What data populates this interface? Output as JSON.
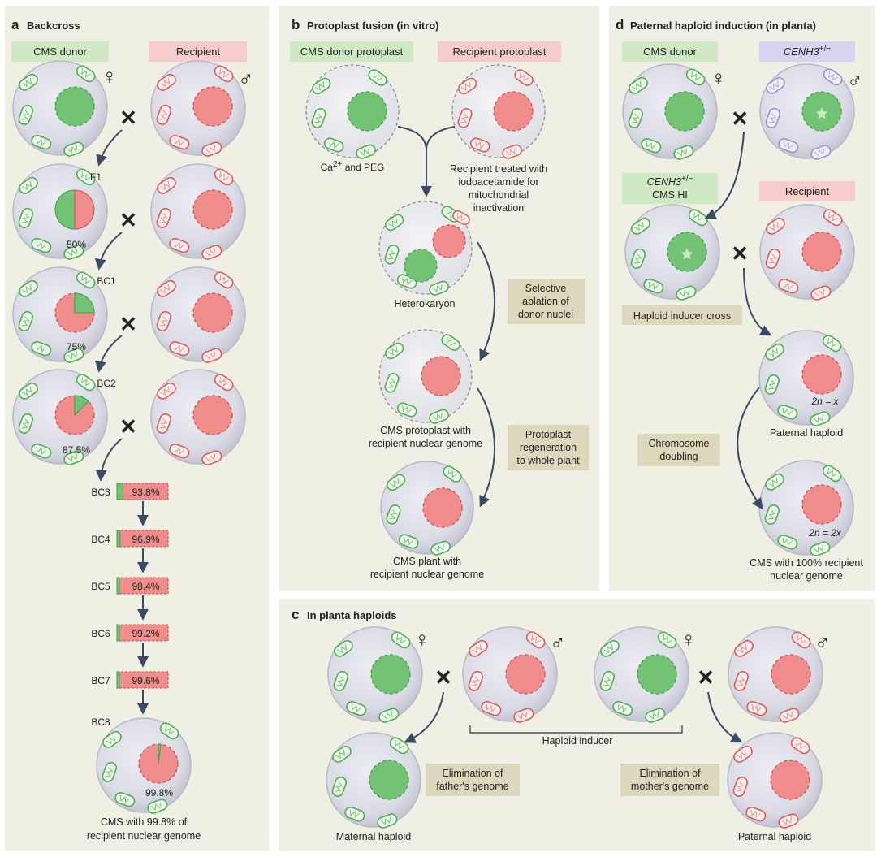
{
  "colors": {
    "panel_bg": "#efefe3",
    "donor_green": "#72c474",
    "recipient_red": "#ef8c8c",
    "green_label_bg": "#cfe9c4",
    "red_label_bg": "#f7cccc",
    "purple_label_bg": "#d8d4ef",
    "note_bg": "#ddd7bb",
    "cell_gray": "#dcdde6",
    "arrow": "#3b4a66"
  },
  "panel_a": {
    "letter": "a",
    "title": "Backcross",
    "donor_label": "CMS donor",
    "recipient_label": "Recipient",
    "female_symbol": "♀",
    "male_symbol": "♂",
    "cross_symbol": "✕",
    "gen_f1": "F1",
    "gen_bc1": "BC1",
    "gen_bc2": "BC2",
    "pct_f1": "50%",
    "pct_bc1": "75%",
    "pct_bc2": "87.5%",
    "bars": [
      {
        "gen": "BC3",
        "pct": "93.8%"
      },
      {
        "gen": "BC4",
        "pct": "96.9%"
      },
      {
        "gen": "BC5",
        "pct": "98.4%"
      },
      {
        "gen": "BC6",
        "pct": "99.2%"
      },
      {
        "gen": "BC7",
        "pct": "99.6%"
      }
    ],
    "gen_bc8": "BC8",
    "pct_bc8": "99.8%",
    "final_line1": "CMS with 99.8% of",
    "final_line2": "recipient nuclear genome"
  },
  "panel_b": {
    "letter": "b",
    "title": "Protoplast fusion (in vitro)",
    "donor_label": "CMS donor protoplast",
    "recipient_label": "Recipient protoplast",
    "ca_text": "Ca",
    "ca_sup": "2+",
    "ca_rest": " and PEG",
    "recipient_treat_1": "Recipient treated with",
    "recipient_treat_2": "iodoacetamide for",
    "recipient_treat_3": "mitochondrial",
    "recipient_treat_4": "inactivation",
    "heterokaryon": "Heterokaryon",
    "note1_1": "Selective",
    "note1_2": "ablation of",
    "note1_3": "donor nuclei",
    "cms_protoplast_1": "CMS protoplast with",
    "cms_protoplast_2": "recipient nuclear genome",
    "note2_1": "Protoplast",
    "note2_2": "regeneration",
    "note2_3": "to whole plant",
    "cms_plant_1": "CMS plant with",
    "cms_plant_2": "recipient nuclear genome"
  },
  "panel_c": {
    "letter": "c",
    "title": "In planta haploids",
    "female_symbol": "♀",
    "male_symbol": "♂",
    "cross_symbol": "✕",
    "haploid_inducer": "Haploid inducer",
    "elim_father_1": "Elimination of",
    "elim_father_2": "father's genome",
    "elim_mother_1": "Elimination of",
    "elim_mother_2": "mother's genome",
    "maternal_haploid": "Maternal haploid",
    "paternal_haploid": "Paternal haploid"
  },
  "panel_d": {
    "letter": "d",
    "title": "Paternal haploid induction (in planta)",
    "donor_label": "CMS donor",
    "cenh3_label": "CENH3",
    "cenh3_sup": "+/−",
    "female_symbol": "♀",
    "male_symbol": "♂",
    "cross_symbol": "✕",
    "cms_hi_line1": "CENH3",
    "cms_hi_sup": "+/−",
    "cms_hi_line2": "CMS HI",
    "recipient_label": "Recipient",
    "inducer_cross": "Haploid inducer cross",
    "ploidy_haploid": "2n = x",
    "paternal_haploid": "Paternal haploid",
    "doubling_1": "Chromosome",
    "doubling_2": "doubling",
    "ploidy_doubled": "2n = 2x",
    "final_1": "CMS with 100% recipient",
    "final_2": "nuclear  genome"
  }
}
